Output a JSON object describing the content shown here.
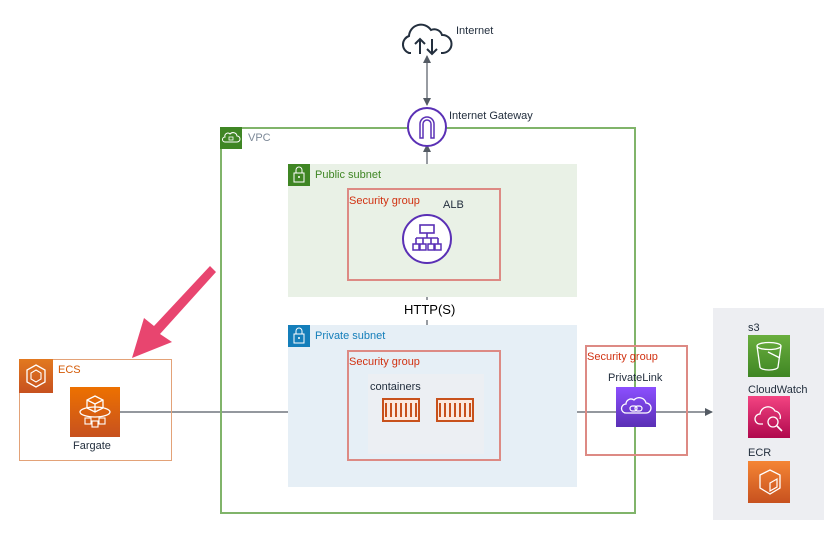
{
  "diagram": {
    "internet": {
      "label": "Internet",
      "icon": "internet-cloud-icon"
    },
    "internet_gateway": {
      "label": "Internet Gateway",
      "icon": "internet-gateway-icon"
    },
    "vpc": {
      "label": "VPC",
      "icon": "vpc-cloud-lock-icon"
    },
    "public_subnet": {
      "label": "Public subnet",
      "icon": "lock-icon"
    },
    "private_subnet": {
      "label": "Private subnet",
      "icon": "lock-icon"
    },
    "alb": {
      "label": "ALB",
      "icon": "load-balancer-icon",
      "security_group": "Security group"
    },
    "protocol_label": "HTTP(S)",
    "containers": {
      "label": "containers",
      "count": 2,
      "security_group": "Security group"
    },
    "privatelink": {
      "label": "PrivateLink",
      "security_group": "Security group"
    },
    "ecs": {
      "label": "ECS",
      "icon": "ecs-icon"
    },
    "fargate": {
      "label": "Fargate",
      "icon": "fargate-icon"
    },
    "external_services": [
      {
        "label": "s3",
        "icon": "s3-bucket-icon",
        "color": "#3f8624"
      },
      {
        "label": "CloudWatch",
        "icon": "cloudwatch-icon",
        "color": "#d1316b"
      },
      {
        "label": "ECR",
        "icon": "ecr-icon",
        "color": "#d45b07"
      }
    ],
    "colors": {
      "vpc_green": "#3f8624",
      "public_subnet_bg": "#e9f1e6",
      "private_subnet_bg": "#e6eff6",
      "private_blue": "#147eba",
      "security_group_red": "#d13212",
      "network_purple": "#5a30b5",
      "compute_orange": "#d45b07",
      "callout_pink": "#e8456f"
    }
  }
}
